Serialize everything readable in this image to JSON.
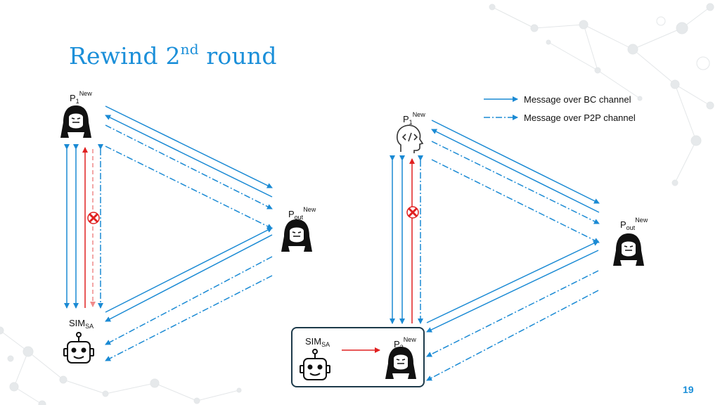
{
  "slide": {
    "title": "Rewind 2",
    "title_sup": "nd",
    "title_rest": " round",
    "page_number": "19"
  },
  "legend": {
    "bc_label": "Message over BC channel",
    "p2p_label": "Message over P2P channel"
  },
  "left_diagram": {
    "p1_base": "P",
    "p1_sub": "1",
    "p1_sup": "New",
    "pout_base": "P",
    "pout_sub": "out",
    "pout_sup": "New",
    "sim_base": "SIM",
    "sim_sub": "SA"
  },
  "right_diagram": {
    "p1_base": "P",
    "p1_sub": "1",
    "p1_sup": "New",
    "pout_base": "P",
    "pout_sub": "out",
    "pout_sup": "New",
    "sim_base": "SIM",
    "sim_sub": "SA",
    "p2_base": "P",
    "p2_sub": "2",
    "p2_sup": "New"
  },
  "colors": {
    "accent": "#1b8fd9",
    "arrow_blue": "#1a8ad4",
    "arrow_red": "#e02020",
    "dark": "#111111"
  },
  "icons": [
    "hacker-icon",
    "robot-icon",
    "human-head-code-icon",
    "blocked-x-icon"
  ]
}
